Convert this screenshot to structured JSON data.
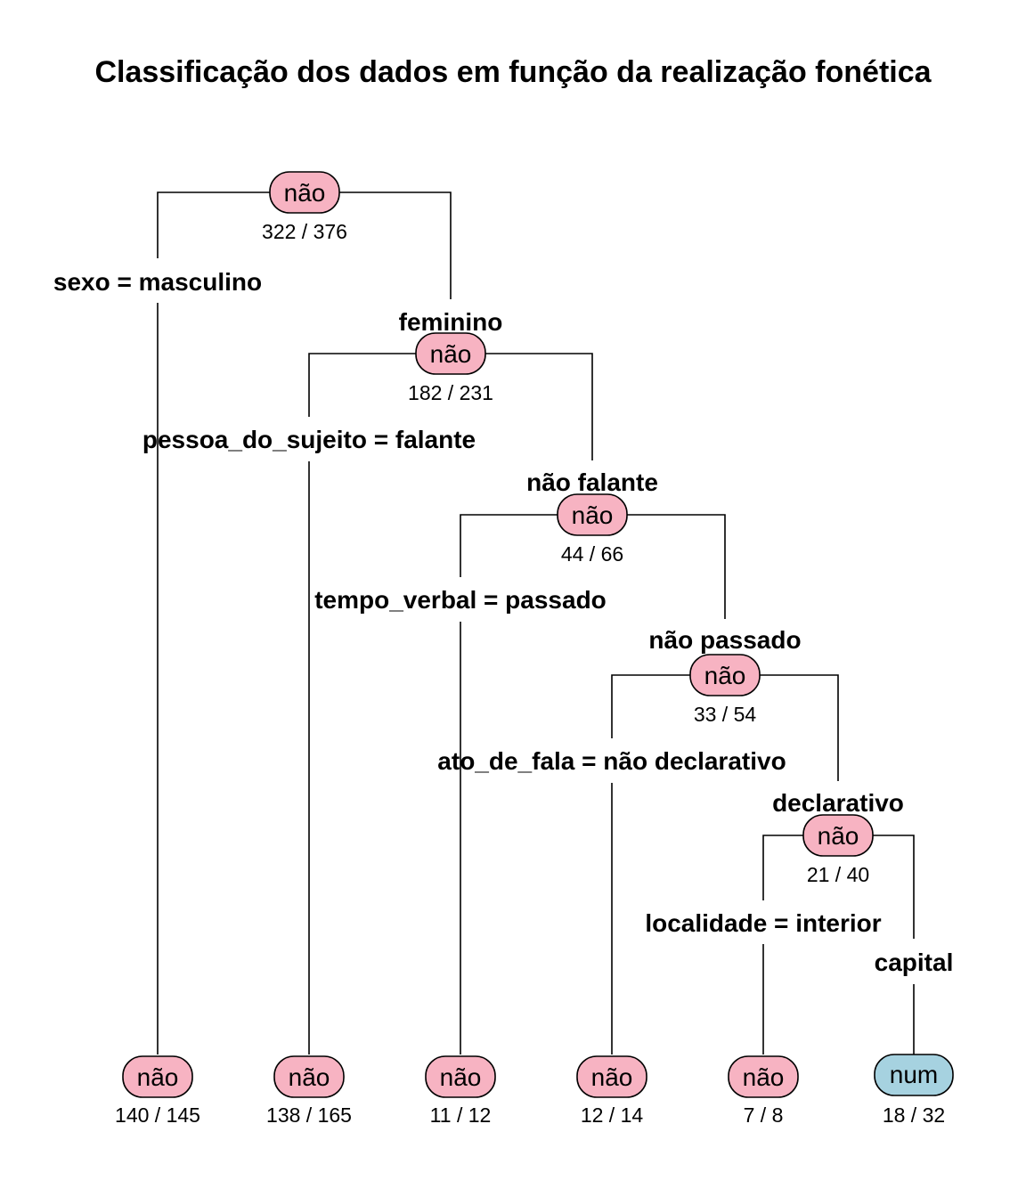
{
  "title": "Classificação dos dados em função da realização fonética",
  "colors": {
    "nao": "#f7b3c2",
    "num": "#a6d2e0"
  },
  "nodes": {
    "root": {
      "label": "não",
      "counts": "322 / 376"
    },
    "n2": {
      "label": "não",
      "counts": "182 / 231"
    },
    "n3": {
      "label": "não",
      "counts": "44 / 66"
    },
    "n4": {
      "label": "não",
      "counts": "33 / 54"
    },
    "n5": {
      "label": "não",
      "counts": "21 / 40"
    }
  },
  "leaves": [
    {
      "label": "não",
      "counts": "140 / 145"
    },
    {
      "label": "não",
      "counts": "138 / 165"
    },
    {
      "label": "não",
      "counts": "11 / 12"
    },
    {
      "label": "não",
      "counts": "12 / 14"
    },
    {
      "label": "não",
      "counts": "7 / 8"
    },
    {
      "label": "num",
      "counts": "18 / 32"
    }
  ],
  "splits": {
    "s1_left": "sexo = masculino",
    "s1_right": "feminino",
    "s2_left": "pessoa_do_sujeito = falante",
    "s2_right": "não falante",
    "s3_left": "tempo_verbal = passado",
    "s3_right": "não passado",
    "s4_left": "ato_de_fala = não declarativo",
    "s4_right": "declarativo",
    "s5_left": "localidade = interior",
    "s5_right": "capital"
  }
}
